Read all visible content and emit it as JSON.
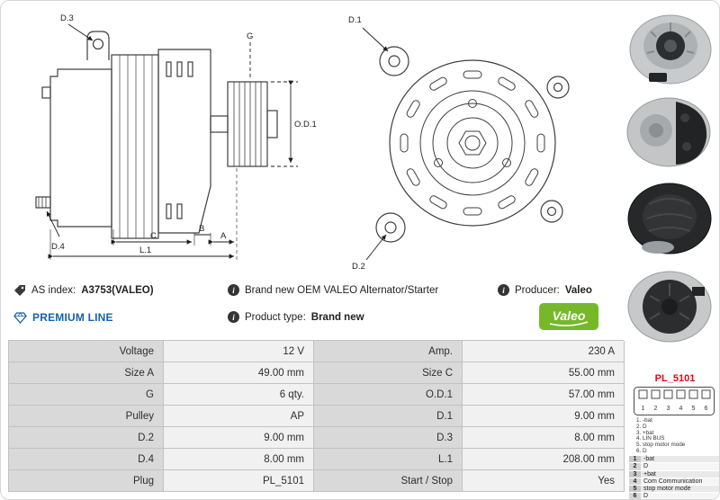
{
  "drawings": {
    "side": {
      "d3": "D.3",
      "g": "G",
      "od1": "O.D.1",
      "d4": "D.4",
      "c": "C",
      "b": "B",
      "a": "A",
      "l1": "L.1"
    },
    "front": {
      "d1": "D.1",
      "d2": "D.2"
    }
  },
  "info": {
    "as_index_label": "AS index:",
    "as_index_value": "A3753(VALEO)",
    "description": "Brand new OEM VALEO Alternator/Starter",
    "producer_label": "Producer:",
    "producer_value": "Valeo",
    "premium_line": "PREMIUM LINE",
    "product_type_label": "Product type:",
    "product_type_value": "Brand new",
    "brand_logo": "Valeo"
  },
  "spec_table": {
    "rows": [
      {
        "l1": "Voltage",
        "v1": "12 V",
        "l2": "Amp.",
        "v2": "230 A"
      },
      {
        "l1": "Size A",
        "v1": "49.00 mm",
        "l2": "Size C",
        "v2": "55.00 mm"
      },
      {
        "l1": "G",
        "v1": "6 qty.",
        "l2": "O.D.1",
        "v2": "57.00 mm"
      },
      {
        "l1": "Pulley",
        "v1": "AP",
        "l2": "D.1",
        "v2": "9.00 mm"
      },
      {
        "l1": "D.2",
        "v1": "9.00 mm",
        "l2": "D.3",
        "v2": "8.00 mm"
      },
      {
        "l1": "D.4",
        "v1": "8.00 mm",
        "l2": "L.1",
        "v2": "208.00 mm"
      },
      {
        "l1": "Plug",
        "v1": "PL_5101",
        "l2": "Start / Stop",
        "v2": "Yes"
      }
    ]
  },
  "plug": {
    "name": "PL_5101",
    "pin_numbers": [
      "1",
      "2",
      "3",
      "4",
      "5",
      "6"
    ],
    "legend": [
      "1. -bat",
      "2. D",
      "3. +bat",
      "4. LIN BUS",
      "5. stop motor mode",
      "6. D"
    ],
    "pin_table": [
      {
        "pin": "1",
        "desc": "-bat"
      },
      {
        "pin": "2",
        "desc": "D"
      },
      {
        "pin": "3",
        "desc": "+bat"
      },
      {
        "pin": "4",
        "desc": "Com Communication"
      },
      {
        "pin": "5",
        "desc": "stop motor mode"
      },
      {
        "pin": "6",
        "desc": "D"
      }
    ]
  },
  "colors": {
    "valeo_green": "#76b82a",
    "premium_blue": "#1663a7",
    "plug_red": "#e30613",
    "table_label_bg": "#d9d9d9",
    "table_value_bg": "#f1f1f1"
  }
}
